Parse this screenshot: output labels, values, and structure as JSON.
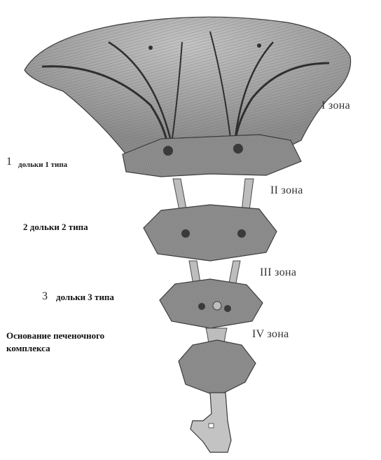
{
  "zones": {
    "zone1": "I зона",
    "zone2": "II зона",
    "zone3": "III зона",
    "zone4": "IV зона"
  },
  "lobules": {
    "type1_number": "1",
    "type1_label": "дольки 1 типа",
    "type2_label": "2 дольки 2 типа",
    "type3_number": "3",
    "type3_label": "дольки 3 типа"
  },
  "base": {
    "line1": "Основание печеночного",
    "line2": "комплекса"
  },
  "colors": {
    "fill": "#8c8c8c",
    "fill_light": "#b9b9b9",
    "stroke": "#3a3a3a",
    "text": "#222222"
  }
}
